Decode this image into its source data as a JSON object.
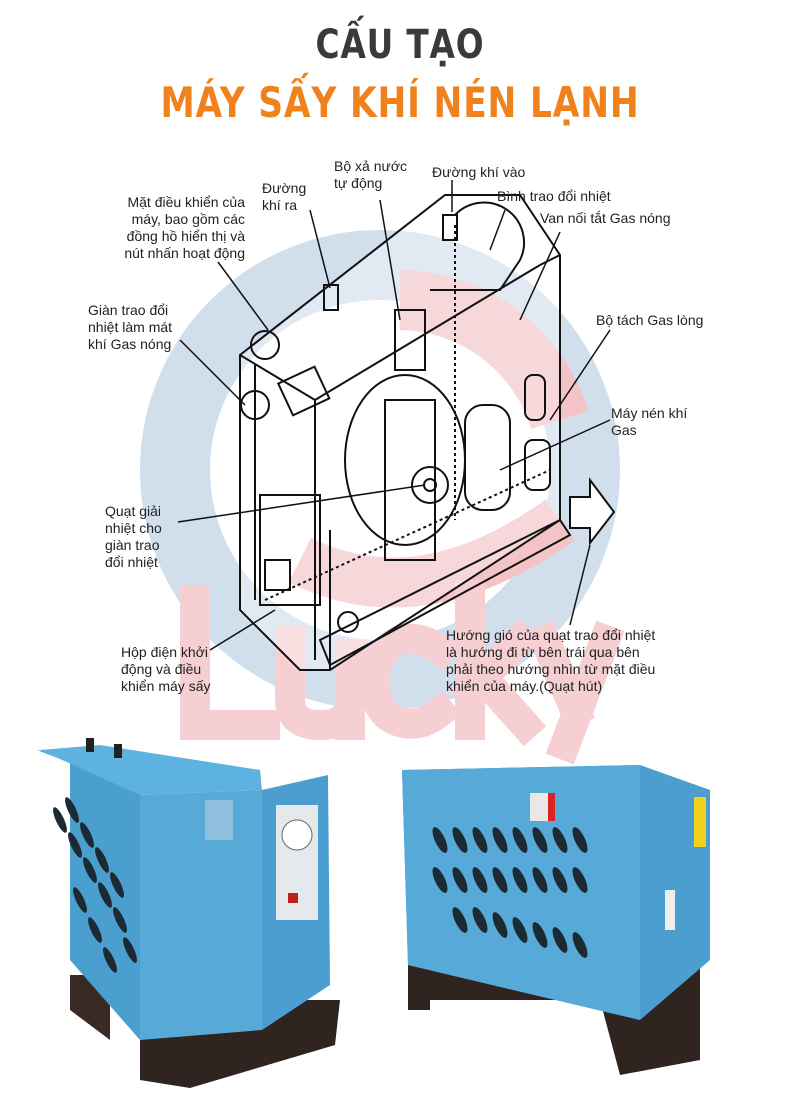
{
  "header": {
    "title_line1": "CẤU TẠO",
    "title_line2": "MÁY SẤY KHÍ NÉN LẠNH"
  },
  "colors": {
    "title_dark": "#3a3a3a",
    "title_accent": "#f0821e",
    "machine_blue": "#4aa3d4",
    "watermark_red": "#f3c3c6",
    "watermark_blue": "#c5d7e8"
  },
  "watermark": "Lucky",
  "labels": {
    "control_panel": "Mặt điều khiển của\nmáy, bao gồm các\nđồng hồ hiển thị và\nnút nhấn hoạt động",
    "air_outlet": "Đường\nkhí ra",
    "auto_drain": "Bộ xả nước\ntự động",
    "air_inlet": "Đường khí vào",
    "heat_exchanger": "Bình trao đổi nhiệt",
    "hot_gas_bypass": "Van nối tắt Gas nóng",
    "condenser": "Giàn trao đổi\nnhiệt làm mát\nkhí Gas nóng",
    "liquid_separator": "Bộ tách Gas lòng",
    "compressor": "Máy nén khí\nGas",
    "cooling_fan": "Quạt giải\nnhiệt cho\ngiàn trao\nđổi nhiệt",
    "electrical_box": "Hộp điện khởi\nđộng và điều\nkhiển máy sấy",
    "airflow_note": "Hướng gió của quạt trao đổi nhiệt\nlà hướng đi từ bên trái qua bên\nphải theo hướng nhìn từ mặt điều\nkhiển của máy.(Quạt hút)"
  }
}
